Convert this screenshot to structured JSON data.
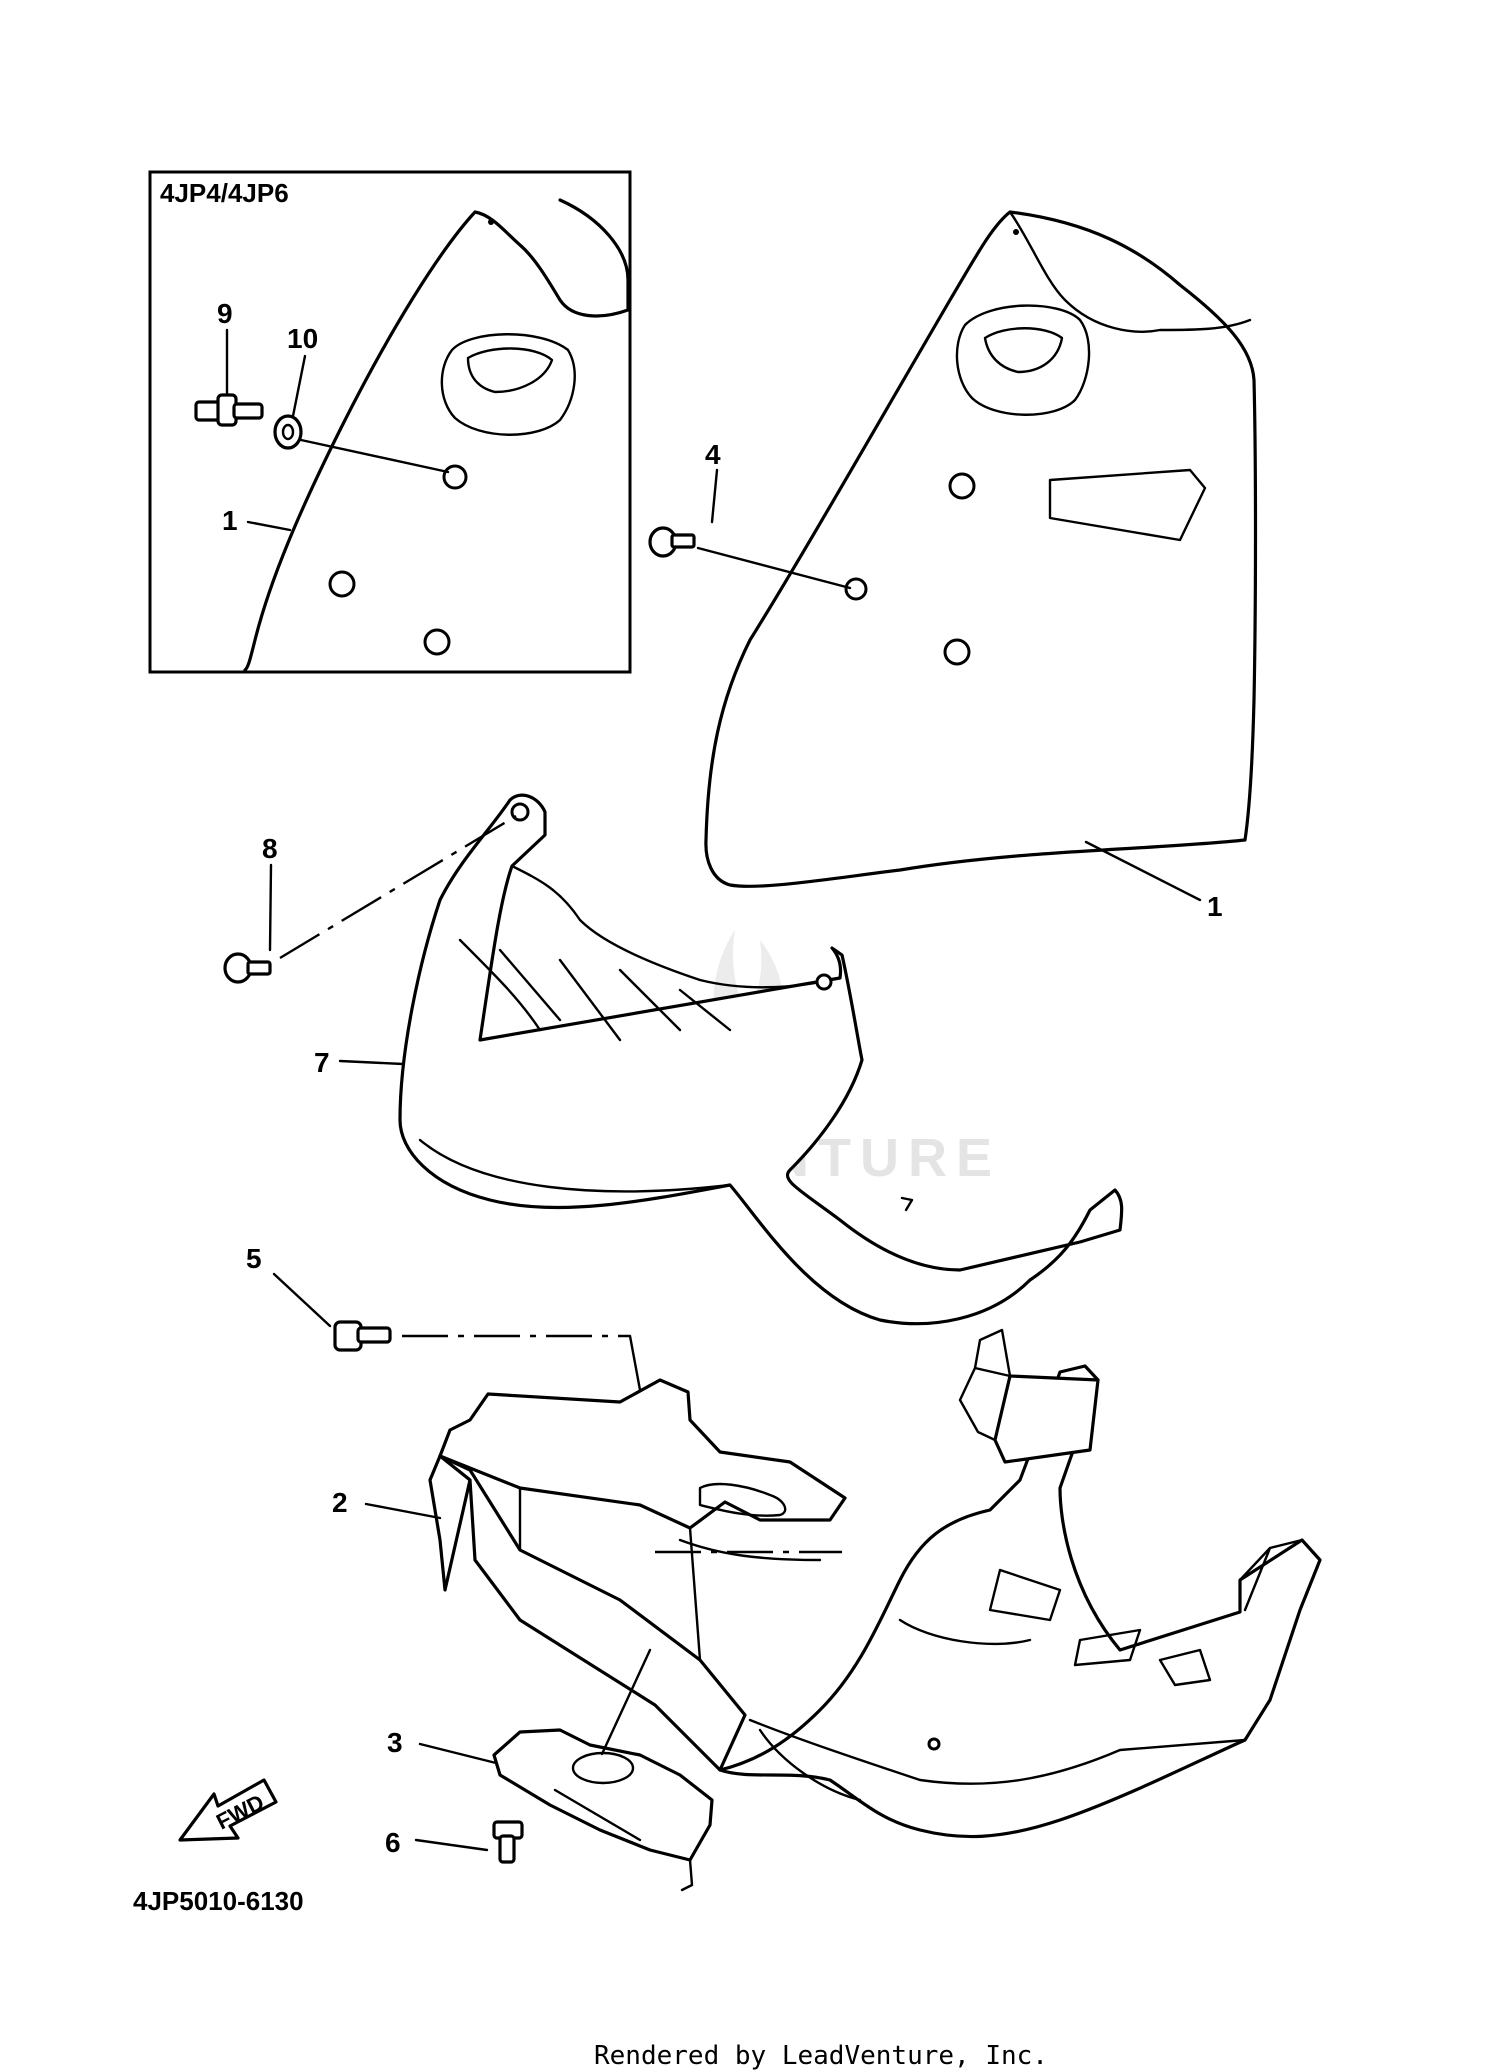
{
  "diagram": {
    "inset_title": "4JP4/4JP6",
    "drawing_code": "4JP5010-6130",
    "fwd_label": "FWD",
    "watermark": "LEADVENTURE",
    "footer": "Rendered by LeadVenture, Inc.",
    "callouts": {
      "inset_1": "1",
      "inset_9": "9",
      "inset_10": "10",
      "c1": "1",
      "c2": "2",
      "c3": "3",
      "c4": "4",
      "c5": "5",
      "c6": "6",
      "c7": "7",
      "c8": "8"
    }
  }
}
